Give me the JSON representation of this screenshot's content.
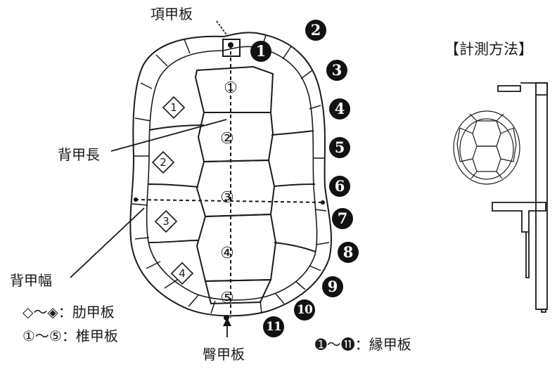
{
  "labels": {
    "nuchal": "項甲板",
    "carapace_length": "背甲長",
    "carapace_width": "背甲幅",
    "pygal": "臀甲板",
    "method_title": "【計測方法】"
  },
  "vertebral_numbers": [
    "①",
    "②",
    "③",
    "④",
    "⑤"
  ],
  "costal_numbers": [
    "1",
    "2",
    "3",
    "4"
  ],
  "marginal_numbers": [
    "1",
    "2",
    "3",
    "4",
    "5",
    "6",
    "7",
    "8",
    "9",
    "10",
    "11"
  ],
  "legend": [
    {
      "symbol": "◇〜◈",
      "separator": "：",
      "text": "肋甲板"
    },
    {
      "symbol": "①〜⑤",
      "separator": "：",
      "text": "椎甲板"
    },
    {
      "symbol": "➊〜⓫",
      "separator": "：",
      "text": "縁甲板"
    }
  ],
  "colors": {
    "ink": "#1a1a1a",
    "marker": "#111111",
    "background": "#ffffff"
  },
  "icons": {
    "caliper": "caliper-icon",
    "turtle": "turtle-shell-icon"
  }
}
